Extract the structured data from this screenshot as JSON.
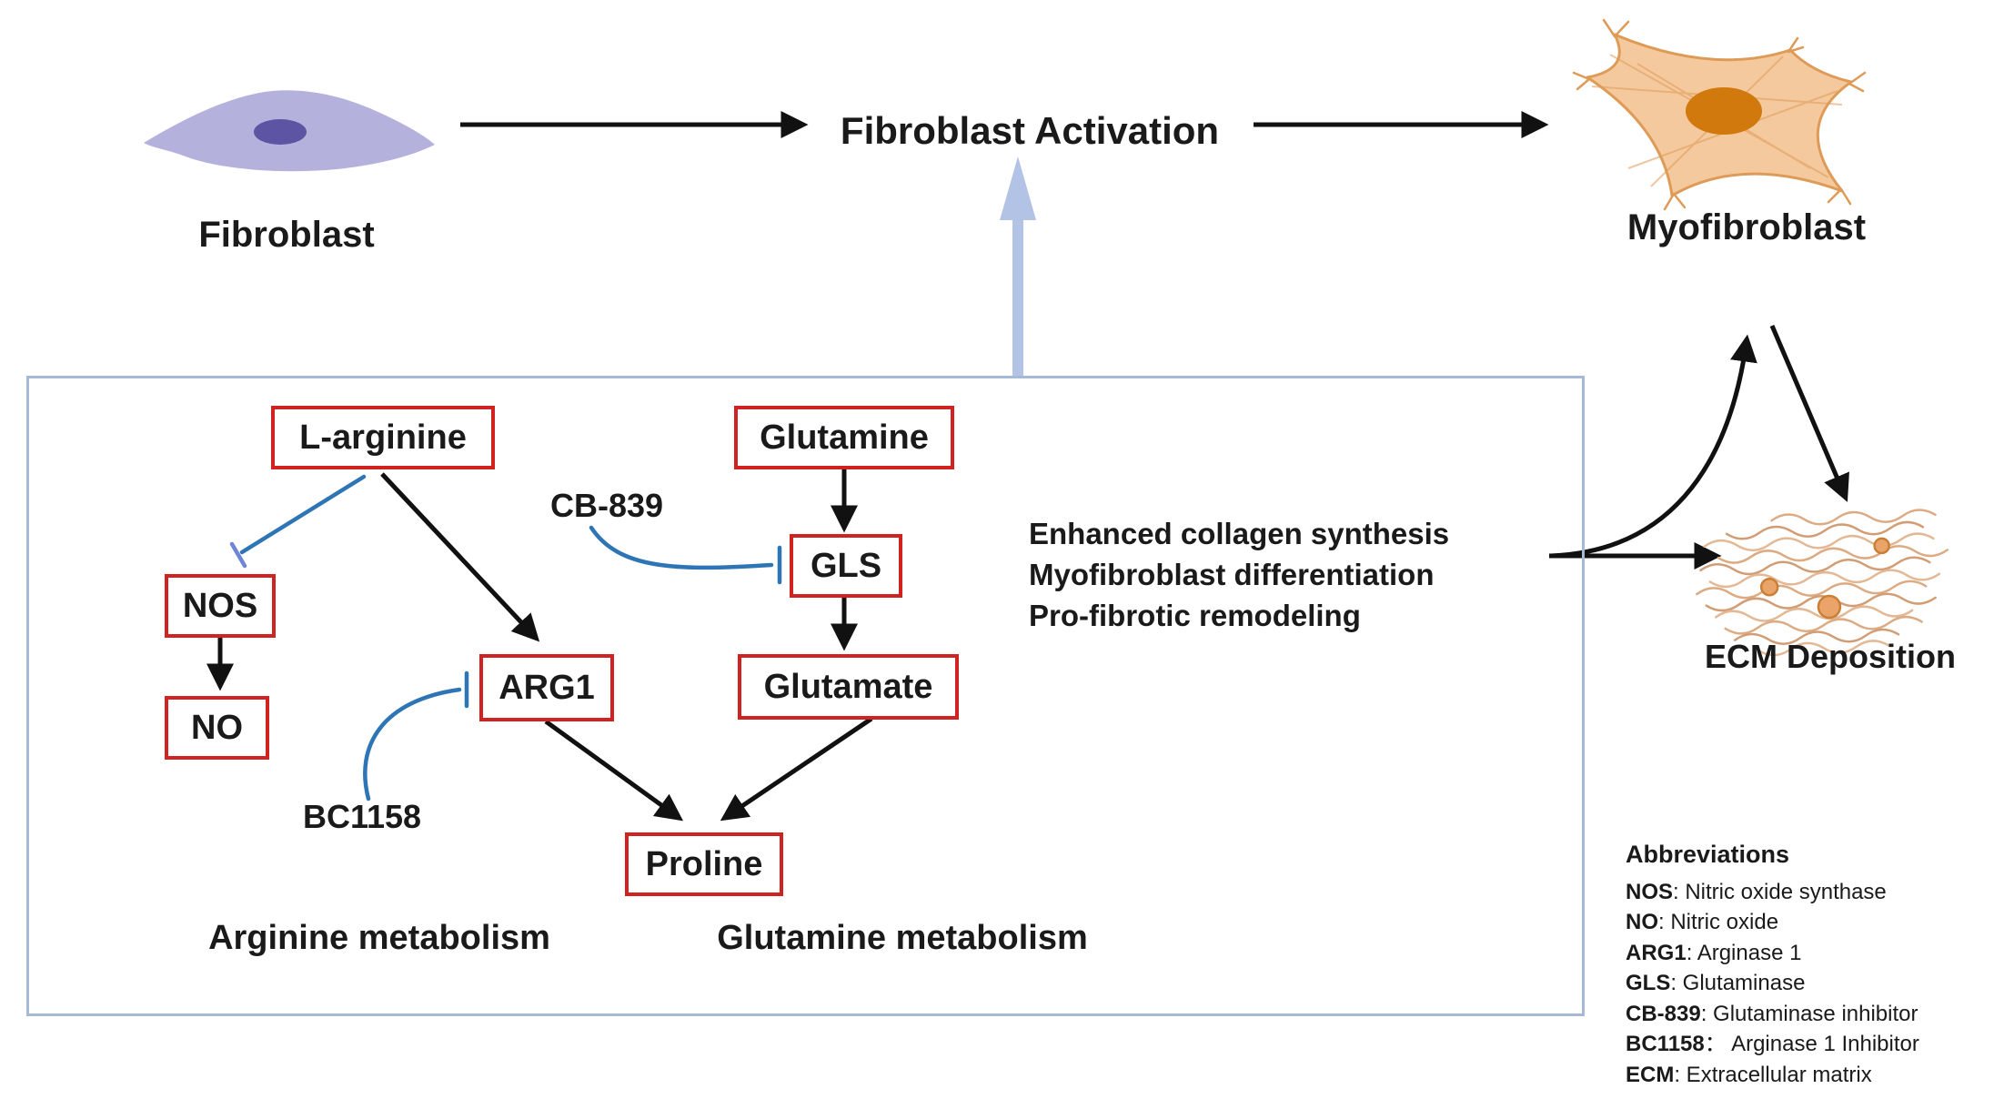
{
  "flow": {
    "fibroblast_label": "Fibroblast",
    "activation_label": "Fibroblast Activation",
    "myofibroblast_label": "Myofibroblast",
    "ecm_label": "ECM Deposition"
  },
  "pathway": {
    "nodes": {
      "l_arginine": "L-arginine",
      "glutamine": "Glutamine",
      "nos": "NOS",
      "no": "NO",
      "arg1": "ARG1",
      "gls": "GLS",
      "glutamate": "Glutamate",
      "proline": "Proline"
    },
    "inhibitors": {
      "cb839": "CB-839",
      "bc1158": "BC1158"
    },
    "regions": {
      "arginine": "Arginine metabolism",
      "glutamine": "Glutamine metabolism"
    }
  },
  "effects": {
    "items": [
      "Enhanced collagen synthesis",
      "Myofibroblast differentiation",
      "Pro-fibrotic remodeling"
    ]
  },
  "abbreviations": {
    "title": "Abbreviations",
    "items": [
      {
        "term": "NOS",
        "def": ": Nitric oxide synthase"
      },
      {
        "term": "NO",
        "def": ": Nitric oxide"
      },
      {
        "term": "ARG1",
        "def": ": Arginase 1"
      },
      {
        "term": "GLS",
        "def": ": Glutaminase"
      },
      {
        "term": "CB-839",
        "def": ": Glutaminase inhibitor"
      },
      {
        "term": "BC1158",
        "def": "：  Arginase 1  Inhibitor"
      },
      {
        "term": "ECM",
        "def": ": Extracellular matrix"
      }
    ]
  },
  "colors": {
    "node_border_red": "#d02220",
    "inhibition_blue": "#2e75b6",
    "inhibition_cap_blue": "#6f85d8",
    "panel_border_blue": "#a7b9d6",
    "activation_arrow_blue": "#b3c3e6",
    "arrow_black": "#111111",
    "fibroblast_body": "#b4b2dd",
    "fibroblast_nucleus": "#5d54a4",
    "myofibroblast_body": "#f5c99e",
    "myofibroblast_outline": "#de9b57",
    "myofibroblast_nucleus": "#d2790e",
    "ecm_fiber": "#ddab83"
  }
}
